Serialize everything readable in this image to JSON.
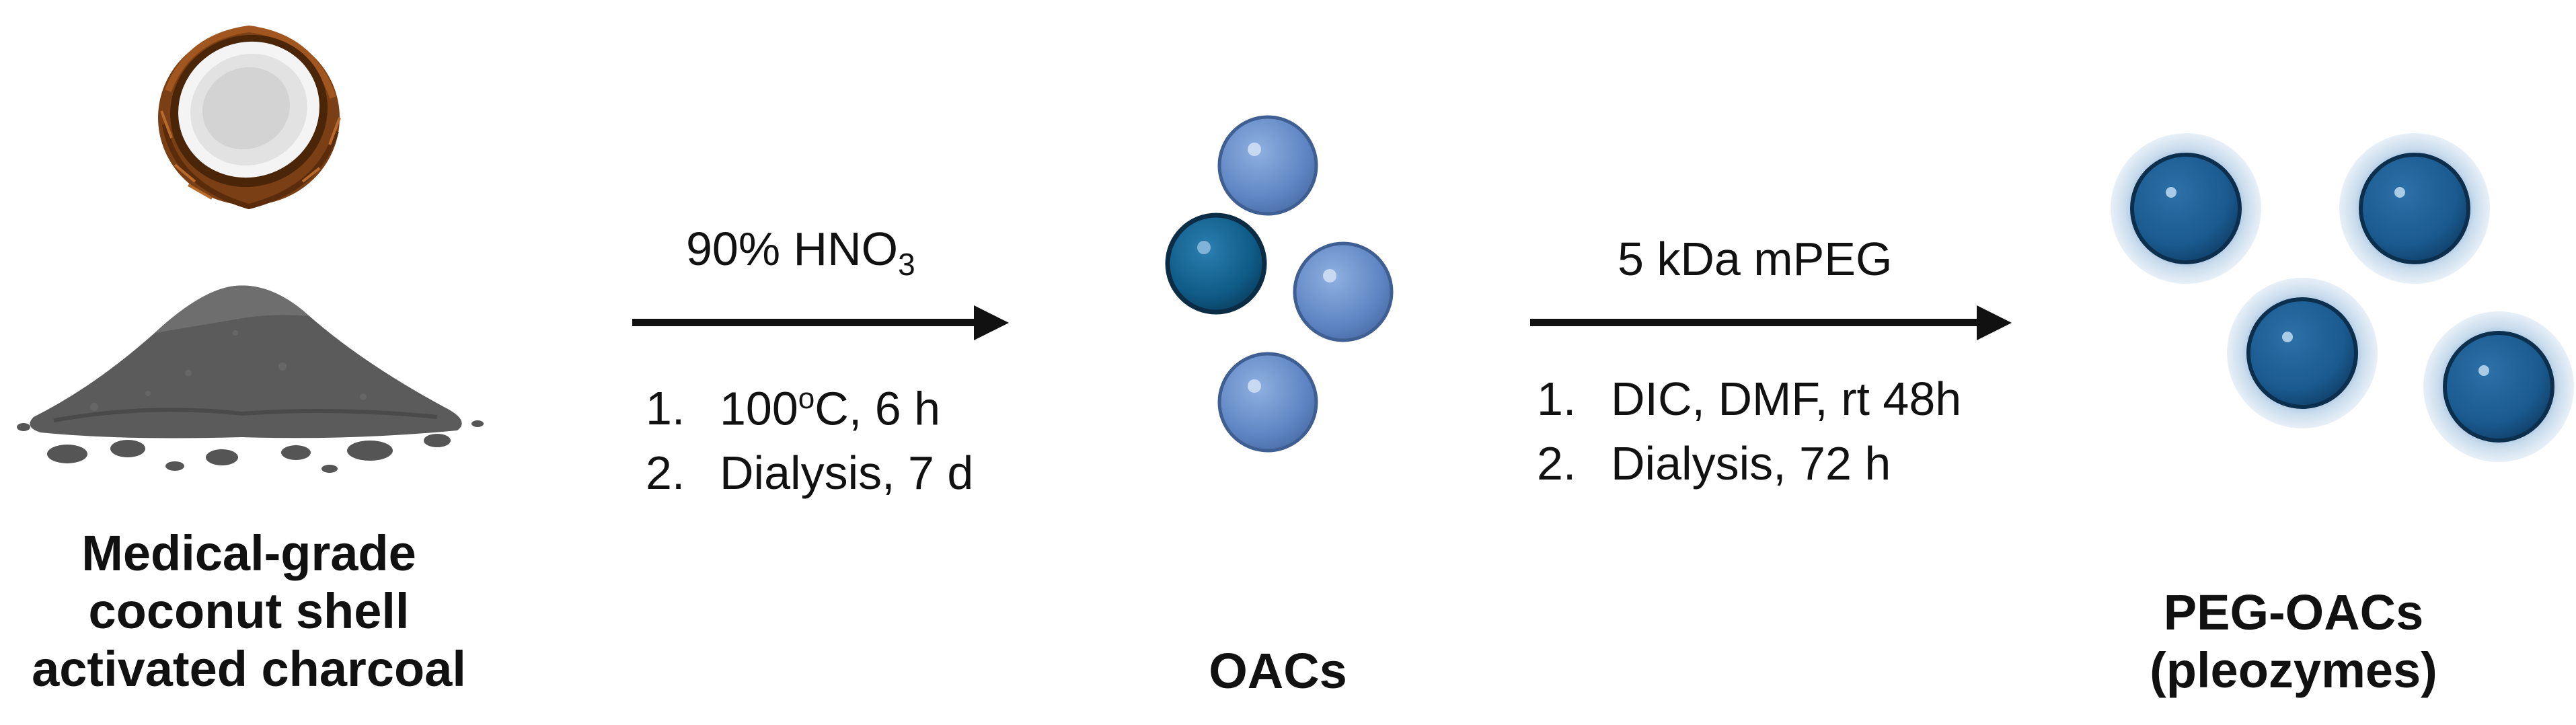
{
  "source": {
    "label_lines": [
      "Medical-grade",
      "coconut shell",
      "activated charcoal"
    ]
  },
  "step1": {
    "reagent_prefix": "90% HNO",
    "reagent_subscript": "3",
    "conditions": [
      {
        "num": "1.",
        "text_before": "100",
        "superscript": "o",
        "text_after": "C, 6 h"
      },
      {
        "num": "2.",
        "text": "Dialysis, 7 d"
      }
    ]
  },
  "intermediate": {
    "label": "OACs"
  },
  "step2": {
    "reagent": "5 kDa mPEG",
    "conditions": [
      {
        "num": "1.",
        "text": "DIC, DMF, rt 48h"
      },
      {
        "num": "2.",
        "text": "Dialysis, 72 h"
      }
    ]
  },
  "product": {
    "label_lines": [
      "PEG-OACs",
      "(pleozymes)"
    ]
  },
  "colors": {
    "arrow": "#111111",
    "oac_light": "#5f86c4",
    "oac_dark": "#0f5a86",
    "peg_core": "#1a5a8f",
    "peg_halo": "#c9dced",
    "charcoal": "#5b5b5b",
    "coconut_husk": "#7a3f14"
  }
}
